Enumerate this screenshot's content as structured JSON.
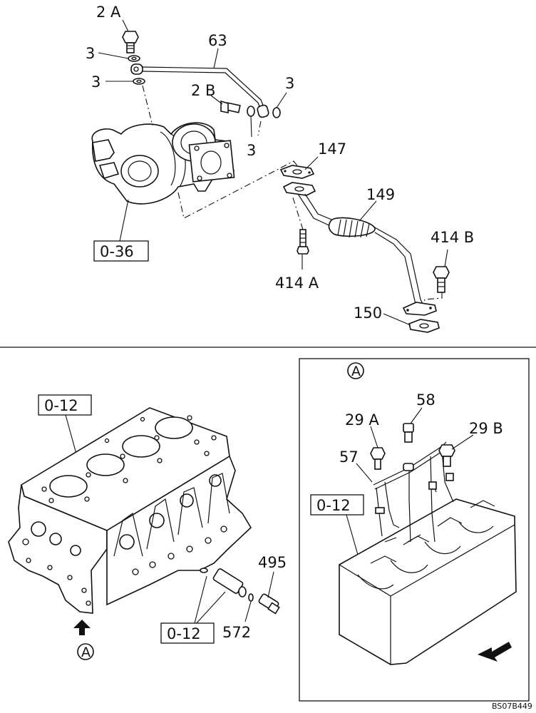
{
  "callouts": {
    "bolt_2a": "2 A",
    "washer_3_a": "3",
    "washer_3_b": "3",
    "pipe_63": "63",
    "bolt_2b": "2 B",
    "washer_3_c": "3",
    "washer_3_d": "3",
    "gasket_147": "147",
    "pipe_149": "149",
    "bolt_414b": "414 B",
    "bolt_414a": "414 A",
    "gasket_150": "150",
    "ref_turbo": "0-36",
    "ref_block_main": "0-12",
    "ref_block_bottom": "0-12",
    "ref_block_detail": "0-12",
    "part_495": "495",
    "part_572": "572",
    "bolt_29a": "29 A",
    "part_58": "58",
    "bolt_29b": "29 B",
    "part_57": "57",
    "view_marker_main": "A",
    "view_marker_detail": "A"
  },
  "drawing_code": "BS07B449"
}
